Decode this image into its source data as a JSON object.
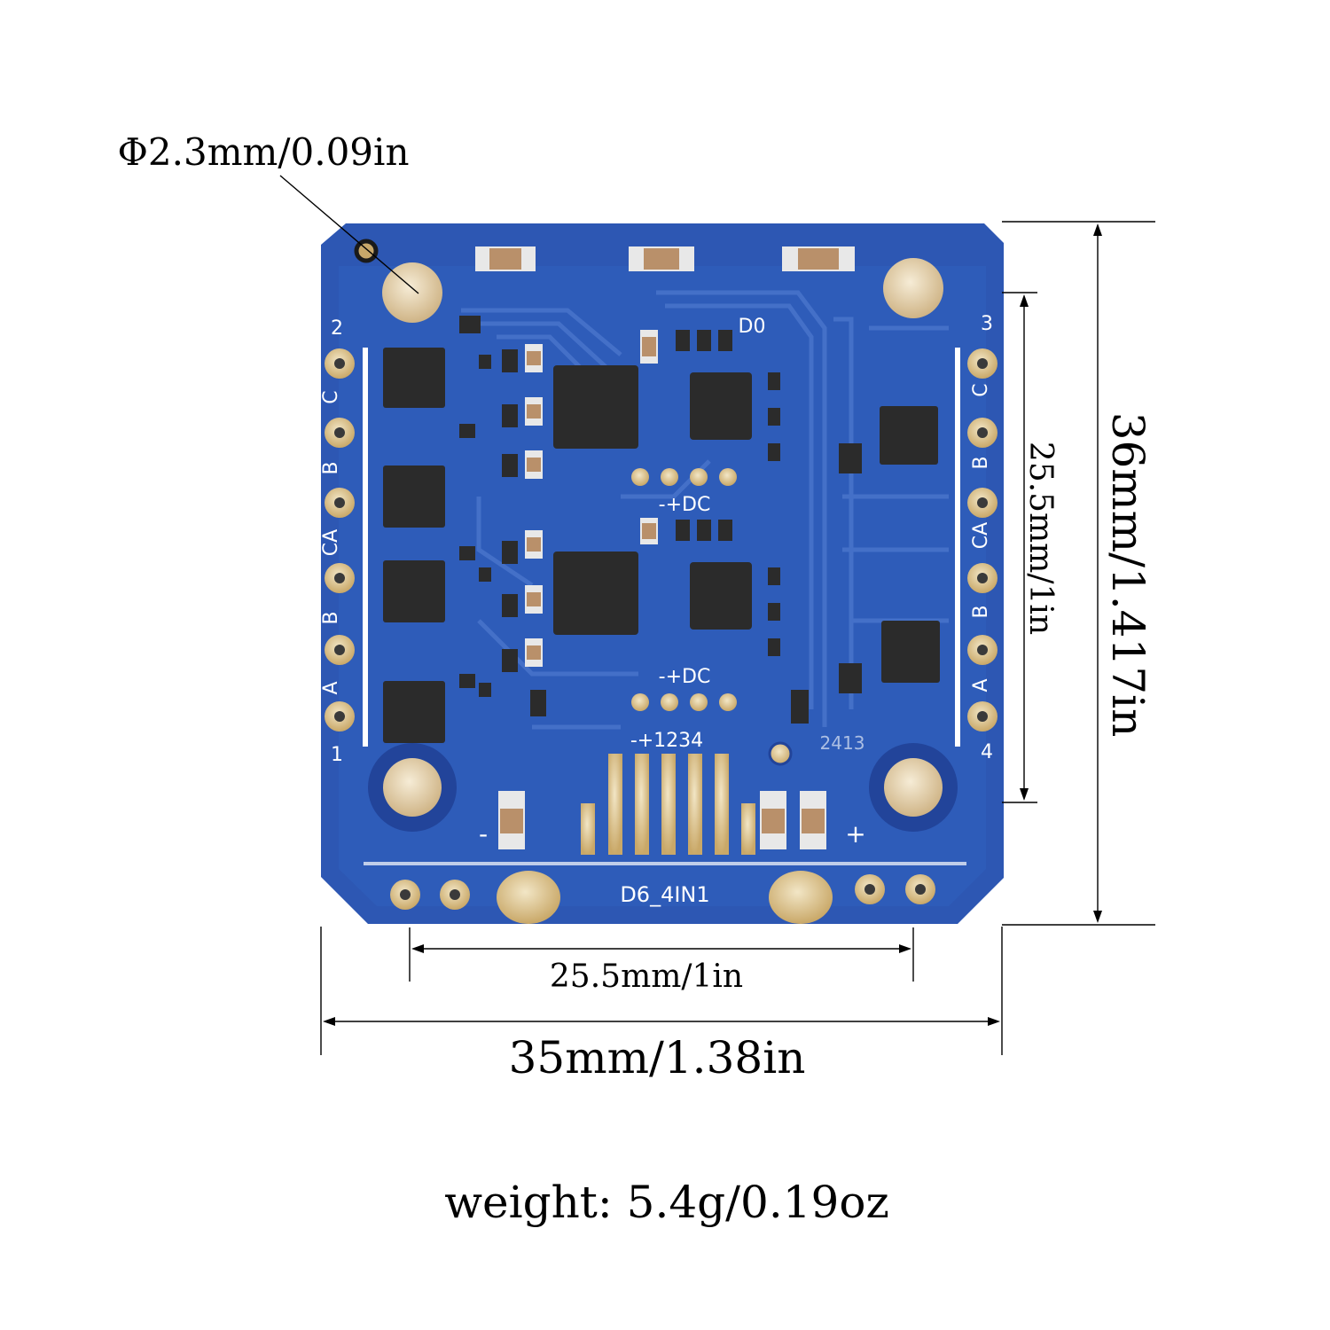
{
  "annotations": {
    "hole_diameter": "Φ2.3mm/0.09in",
    "height": "36mm/1.417in",
    "mount_vertical": "25.5mm/1in",
    "mount_horizontal": "25.5mm/1in",
    "width": "35mm/1.38in",
    "weight": "weight: 5.4g/0.19oz"
  },
  "board": {
    "name": "D6_4IN1",
    "chip_label_top": "D0",
    "dc_label": "-+DC",
    "header_label": "-+1234",
    "date_code": "2413",
    "minus": "-",
    "plus": "+",
    "left_pads": [
      "2",
      "C",
      "B",
      "CA",
      "B",
      "A",
      "1"
    ],
    "right_pads": [
      "3",
      "C",
      "B",
      "CA",
      "B",
      "A",
      "4"
    ]
  },
  "colors": {
    "pcb": "#2d57b3",
    "pcb_dark": "#22449a",
    "gold": "#d9c08a",
    "chip": "#2b2b2b",
    "silk": "#ffffff"
  }
}
